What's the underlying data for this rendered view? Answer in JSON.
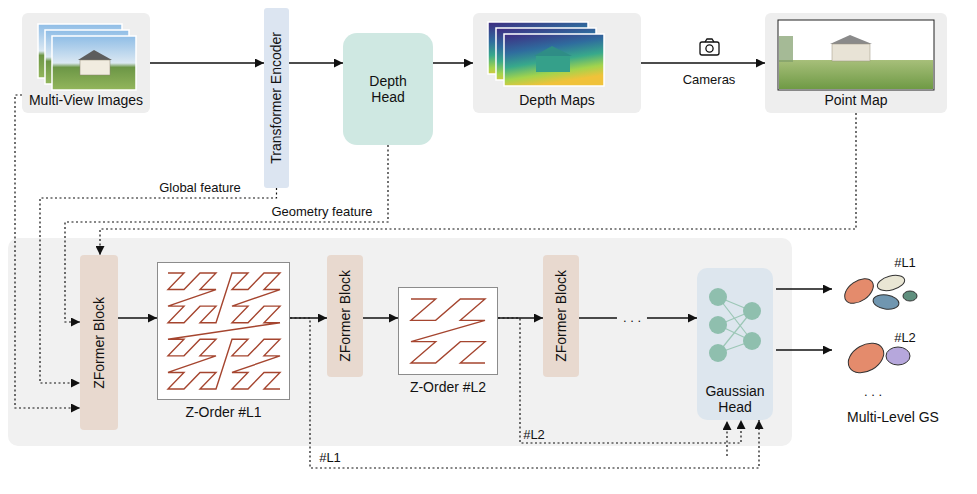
{
  "diagram": {
    "nodes": [
      {
        "text": [
          "Multi-View Images"
        ]
      },
      {
        "text": [
          "Transformer Encoder"
        ]
      },
      {
        "text": [
          "Depth Head"
        ]
      },
      {
        "text": [
          "Depth Maps"
        ]
      },
      {
        "text": [
          "Point Map"
        ]
      },
      {
        "text": [
          "ZFormer Block"
        ]
      },
      {
        "text": [
          "Z-Order #L1"
        ]
      },
      {
        "text": [
          "ZFormer Block"
        ]
      },
      {
        "text": [
          "Z-Order #L2"
        ]
      },
      {
        "text": [
          "ZFormer Block"
        ]
      },
      {
        "text": [
          "Gaussian Head"
        ]
      }
    ],
    "edges": [
      {
        "from": 0,
        "to": 1,
        "arrow": "to"
      },
      {
        "from": 1,
        "to": 2,
        "arrow": "to"
      },
      {
        "from": 2,
        "to": 3,
        "arrow": "to"
      },
      {
        "from": 3,
        "to": 4,
        "label": "Cameras",
        "arrow": "to"
      },
      {
        "from": 0,
        "to": 5,
        "arrow": "to"
      },
      {
        "from": 1,
        "to": 5,
        "label": "Global feature",
        "arrow": "to"
      },
      {
        "from": 2,
        "to": 5,
        "label": "Geometry feature",
        "arrow": "to"
      },
      {
        "from": 4,
        "to": 5,
        "arrow": "to"
      },
      {
        "from": 5,
        "to": 6,
        "arrow": "to"
      },
      {
        "from": 6,
        "to": 7,
        "arrow": "to"
      },
      {
        "from": 7,
        "to": 8,
        "arrow": "to"
      },
      {
        "from": 8,
        "to": 9,
        "arrow": "to"
      },
      {
        "from": 9,
        "to": 10,
        "label": ". . .",
        "arrow": "to"
      },
      {
        "from": 6,
        "to": 10,
        "label": "#L1",
        "arrow": "to"
      },
      {
        "from": 8,
        "to": 10,
        "label": "#L2",
        "arrow": "to"
      }
    ],
    "labels": [
      "#L1",
      "#L2",
      ". . .",
      "Multi-Level GS"
    ]
  }
}
